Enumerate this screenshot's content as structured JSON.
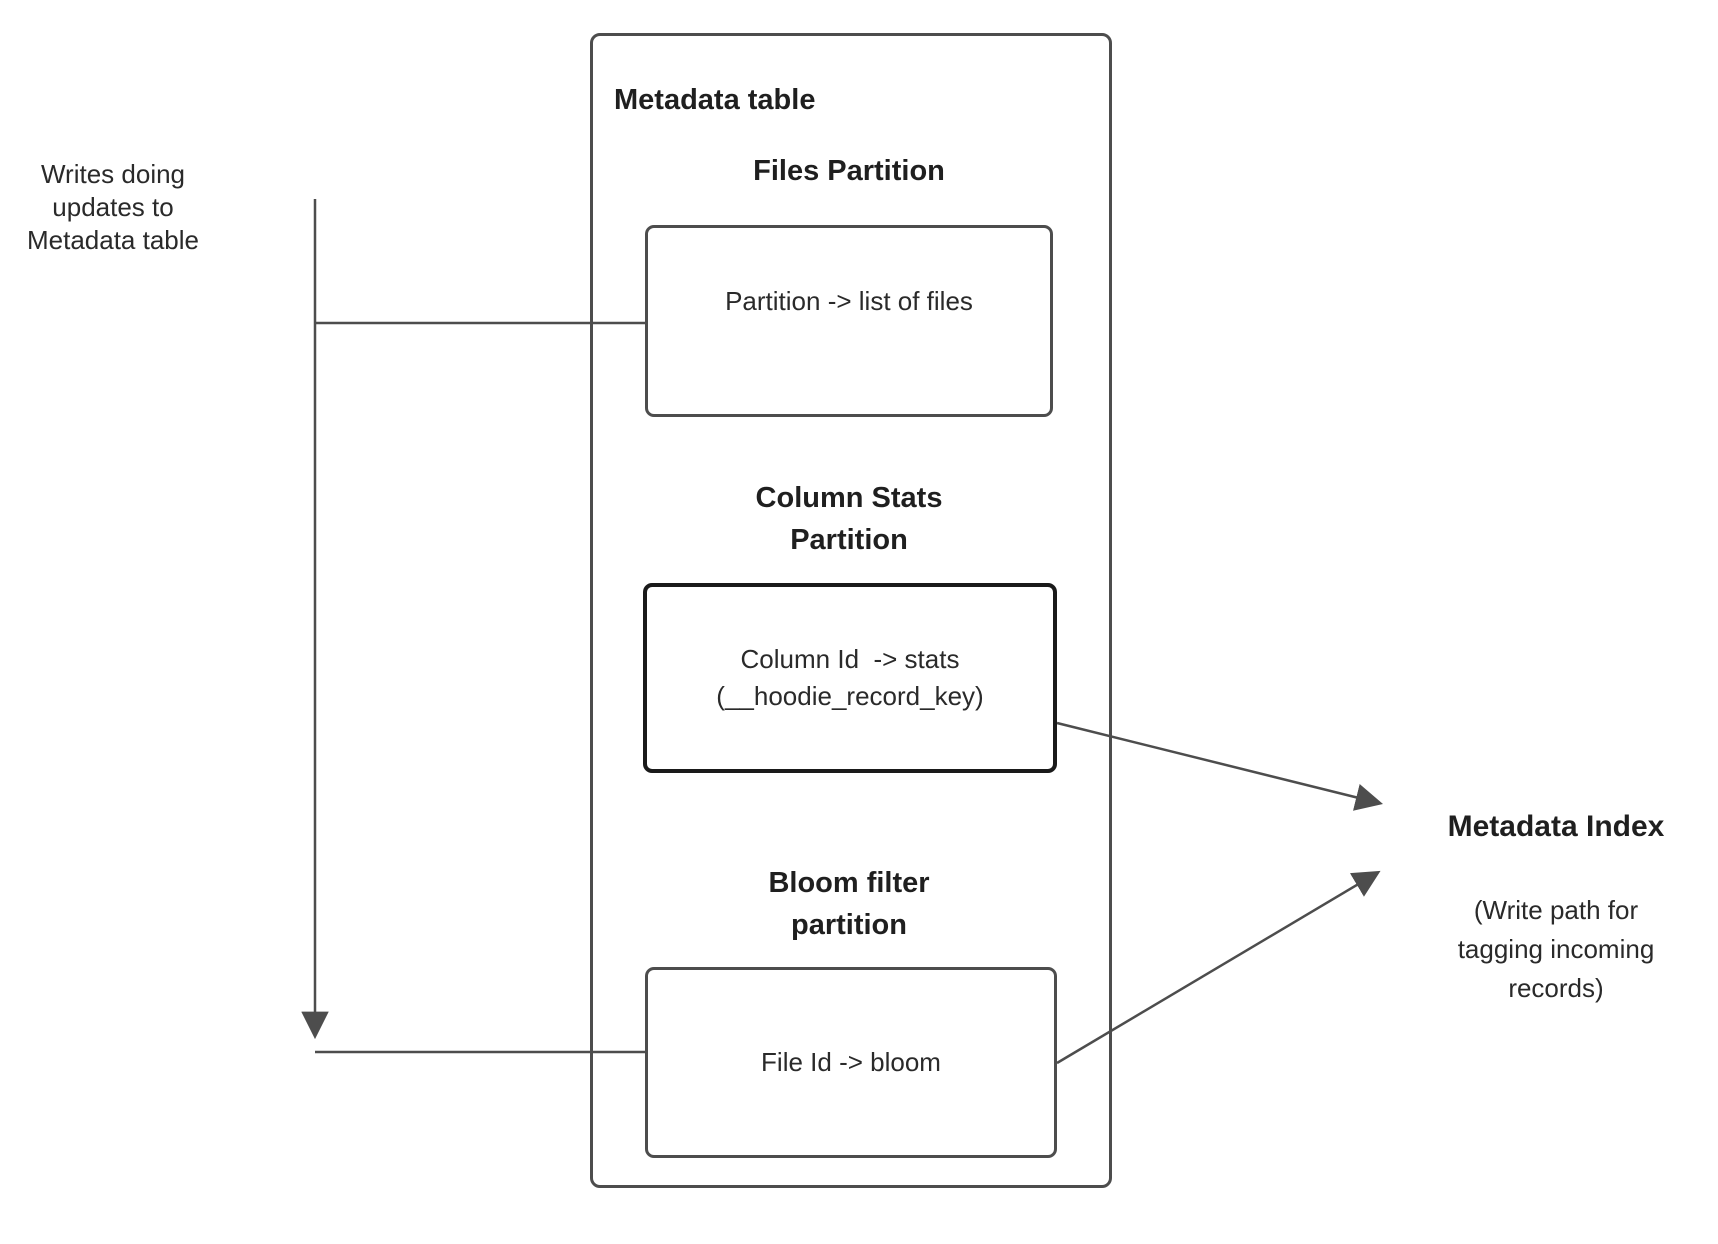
{
  "diagram": {
    "writes_note": "Writes doing updates to Metadata table",
    "metadata_table": {
      "title": "Metadata table",
      "files_partition": {
        "heading": "Files Partition",
        "mapping": "Partition -> list of files"
      },
      "column_stats_partition": {
        "heading": "Column Stats Partition",
        "mapping_line1": "Column Id  -> stats",
        "mapping_line2": "(__hoodie_record_key)"
      },
      "bloom_filter_partition": {
        "heading": "Bloom filter partition",
        "mapping": "File Id -> bloom"
      }
    },
    "metadata_index": {
      "title": "Metadata Index",
      "subtitle": "(Write path for tagging incoming records)"
    },
    "colors": {
      "line": "#4d4d4d",
      "emphasis_border": "#1a1a1a",
      "text": "#222222",
      "background": "#ffffff"
    }
  }
}
